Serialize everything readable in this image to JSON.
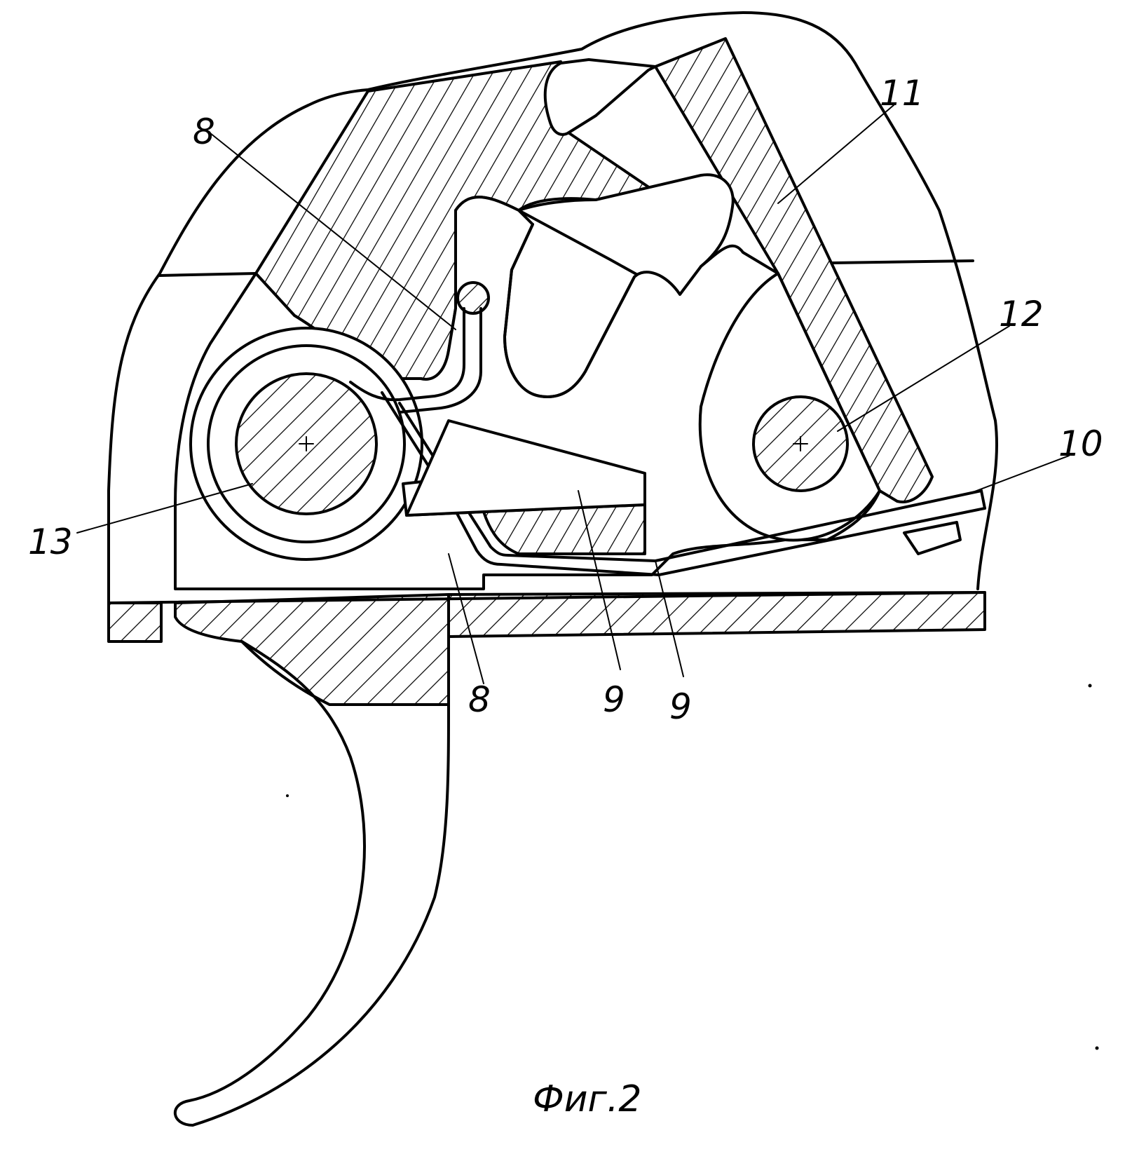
{
  "labels": {
    "n8_top": "8",
    "n11": "11",
    "n12": "12",
    "n10": "10",
    "n13": "13",
    "n8_bottom": "8",
    "n9_left": "9",
    "n9_right": "9"
  },
  "caption": "Фиг.2",
  "colors": {
    "line": "#000000",
    "background": "#ffffff"
  }
}
